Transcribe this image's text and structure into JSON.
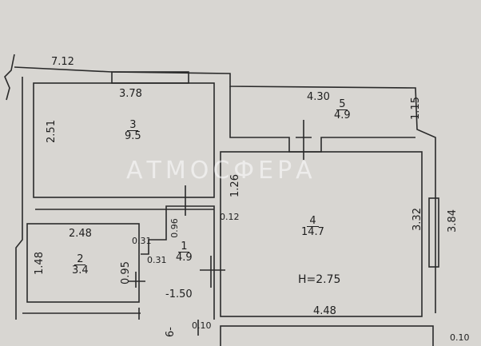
{
  "watermark": "АТМОСФЕРА",
  "dimensions": {
    "top_wall": "7.12",
    "room3_width": "3.78",
    "room3_height": "2.51",
    "room5_width": "4.30",
    "room5_side": "1.15",
    "room4_left": "1.26",
    "room4_right": "3.32",
    "room4_outer": "3.84",
    "room4_bottom": "4.48",
    "hall_offset": "0.96",
    "hall_small": "0.12",
    "room2_width": "2.48",
    "room2_height": "1.48",
    "room2_side": "0.95",
    "niche_a": "0.31",
    "niche_b": "0.31",
    "hall_len": "-1.50",
    "bottom_a": "0.10",
    "bottom_b": "0.10",
    "edge_mark": "6-"
  },
  "rooms": [
    {
      "num": "3",
      "area": "9.5"
    },
    {
      "num": "5",
      "area": "4.9"
    },
    {
      "num": "4",
      "area": "14.7"
    },
    {
      "num": "2",
      "area": "3.4"
    },
    {
      "num": "1",
      "area": "4.9"
    }
  ],
  "ceiling_height": "H=2.75"
}
